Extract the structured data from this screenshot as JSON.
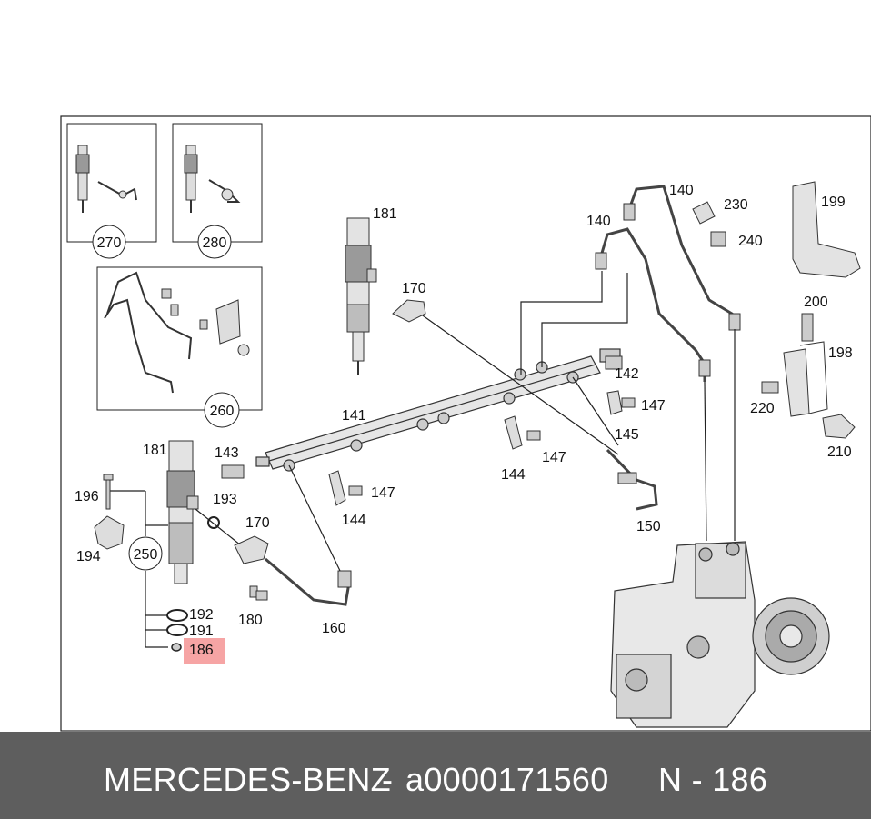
{
  "labels": {
    "l270": "270",
    "l280": "280",
    "l260": "260",
    "l250": "250",
    "l181a": "181",
    "l181b": "181",
    "l170a": "170",
    "l170b": "170",
    "l140a": "140",
    "l140b": "140",
    "l230": "230",
    "l240": "240",
    "l199": "199",
    "l200": "200",
    "l198": "198",
    "l220": "220",
    "l210": "210",
    "l141": "141",
    "l142": "142",
    "l143": "143",
    "l147a": "147",
    "l147b": "147",
    "l147c": "147",
    "l145": "145",
    "l144a": "144",
    "l144b": "144",
    "l150": "150",
    "l193": "193",
    "l196": "196",
    "l194": "194",
    "l180": "180",
    "l160": "160",
    "l192": "192",
    "l191": "191",
    "l186": "186"
  },
  "highlight": {
    "part": "186",
    "color": "#f59a9a"
  },
  "footer": {
    "brand": "MERCEDES-BENZ",
    "sep1": "-",
    "part_number": "a0000171560",
    "ref": "N - 186"
  }
}
